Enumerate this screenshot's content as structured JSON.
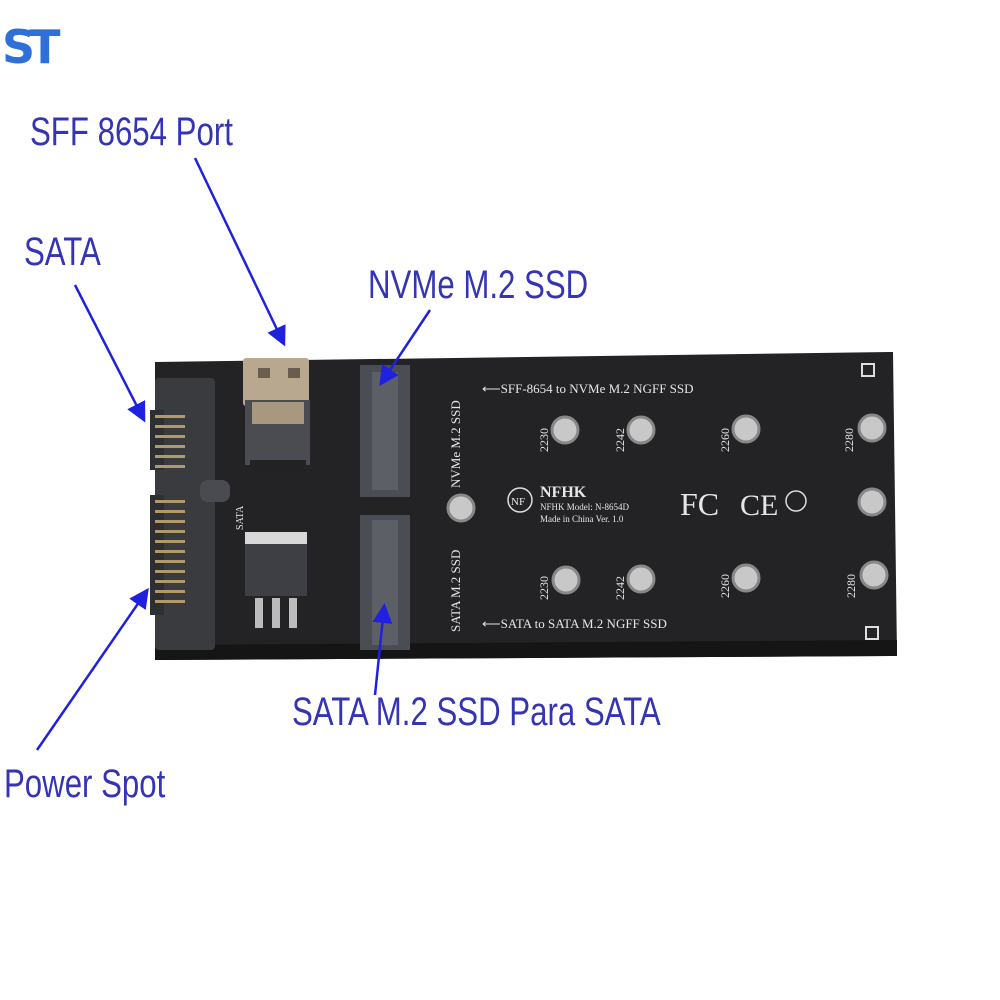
{
  "logo": "ST",
  "labels": {
    "sff_port": "SFF 8654 Port",
    "sata": "SATA",
    "nvme": "NVMe M.2 SSD",
    "sata_m2": "SATA M.2 SSD Para SATA",
    "power": "Power Spot"
  },
  "board": {
    "top_caption": "⟵SFF-8654 to NVMe M.2 NGFF SSD",
    "bottom_caption": "⟵SATA to SATA M.2 NGFF SSD",
    "slot1_label": "NVMe M.2 SSD",
    "slot2_label": "SATA M.2 SSD",
    "sata_silk": "SATA",
    "brand": "NFHK",
    "brand_badge": "NF",
    "model": "NFHK Model: N-8654D",
    "made": "Made in China Ver. 1.0",
    "cert_fc": "FC",
    "cert_ce": "CE",
    "sizes_top": [
      "2230",
      "2242",
      "2260",
      "2280"
    ],
    "sizes_bottom": [
      "2230",
      "2242",
      "2260",
      "2280"
    ]
  },
  "colors": {
    "label": "#3434b4",
    "arrow": "#2020e0",
    "board": "#232325"
  }
}
